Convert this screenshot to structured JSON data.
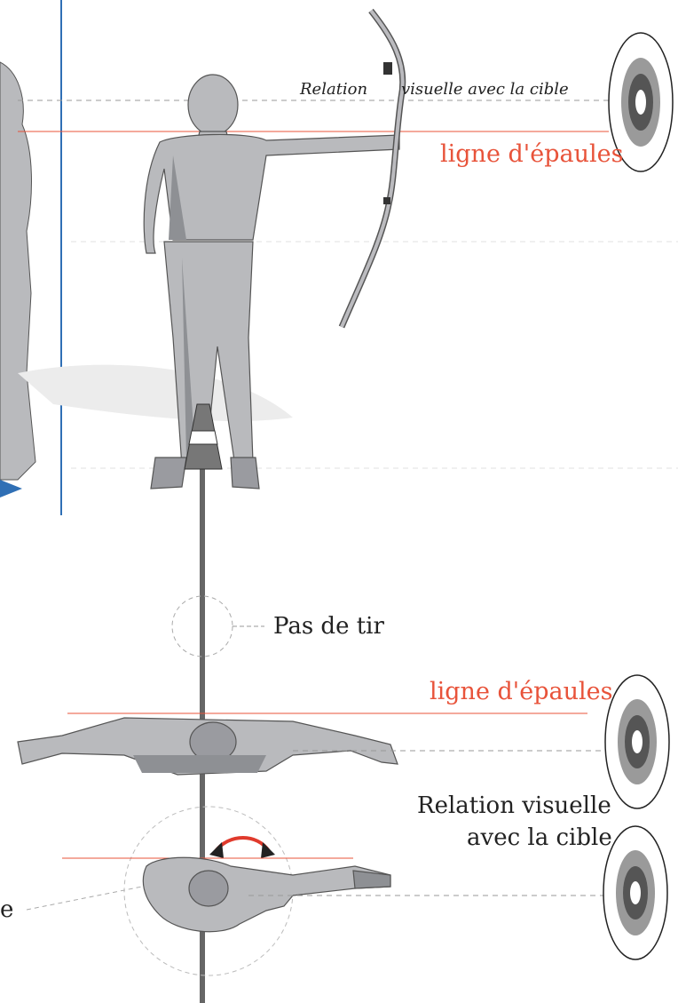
{
  "labels": {
    "relation_top_left": "Relation",
    "relation_top_right": "visuelle avec la cible",
    "shoulder_line_top": "ligne d'épaules",
    "shooting_line": "Pas de tir",
    "shoulder_line_bottom": "ligne d'épaules",
    "relation_bottom_line1": "Relation visuelle",
    "relation_bottom_line2": "avec la cible",
    "cut_letter": "e"
  },
  "colors": {
    "shoulder_line": "#e8533a",
    "frame_line": "#2f6fb5",
    "figure": "#b9babd",
    "figure_shadow": "#8e9094",
    "target_ring": "#9a9a9a",
    "target_center": "#555555"
  },
  "icons": [
    "archer-front-figure",
    "archer-top-figure",
    "archer-top-aiming-figure",
    "bow-icon",
    "target-icon",
    "cone-marker-icon",
    "rotation-arrow-icon"
  ]
}
